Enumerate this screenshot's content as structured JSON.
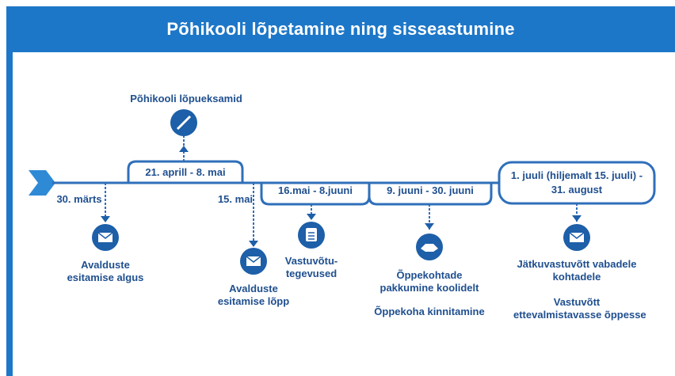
{
  "title": "Põhikooli lõpetamine ning sisseastumine",
  "colors": {
    "accent": "#1d77c8",
    "text": "#1f4f8f",
    "line": "#2f6fba"
  },
  "events": {
    "exams_title": "Põhikooli lõpueksamid",
    "exams_range": "21. aprill - 8. mai",
    "start_date": "30. märts",
    "start_label_1": "Avalduste",
    "start_label_2": "esitamise algus",
    "end_date": "15. mai",
    "end_label_1": "Avalduste",
    "end_label_2": "esitamise lõpp",
    "admission_range": "16.mai - 8.juuni",
    "admission_label_1": "Vastuvõtu-",
    "admission_label_2": "tegevused",
    "offer_range": "9. juuni - 30. juuni",
    "offer_label_1": "Õppekohtade",
    "offer_label_2": "pakkumine koolidelt",
    "offer_label_3": "Õppekoha kinnitamine",
    "late_range_1": "1. juuli (hiljemalt 15. juuli) -",
    "late_range_2": "31. august",
    "late_label_1": "Jätkuvastuvõtt vabadele",
    "late_label_2": "kohtadele",
    "late_label_3": "Vastuvõtt",
    "late_label_4": "ettevalmistavasse õppesse"
  },
  "icons": [
    "pen-icon",
    "envelope-icon",
    "envelope-icon",
    "clipboard-icon",
    "handshake-icon",
    "envelope-icon"
  ]
}
